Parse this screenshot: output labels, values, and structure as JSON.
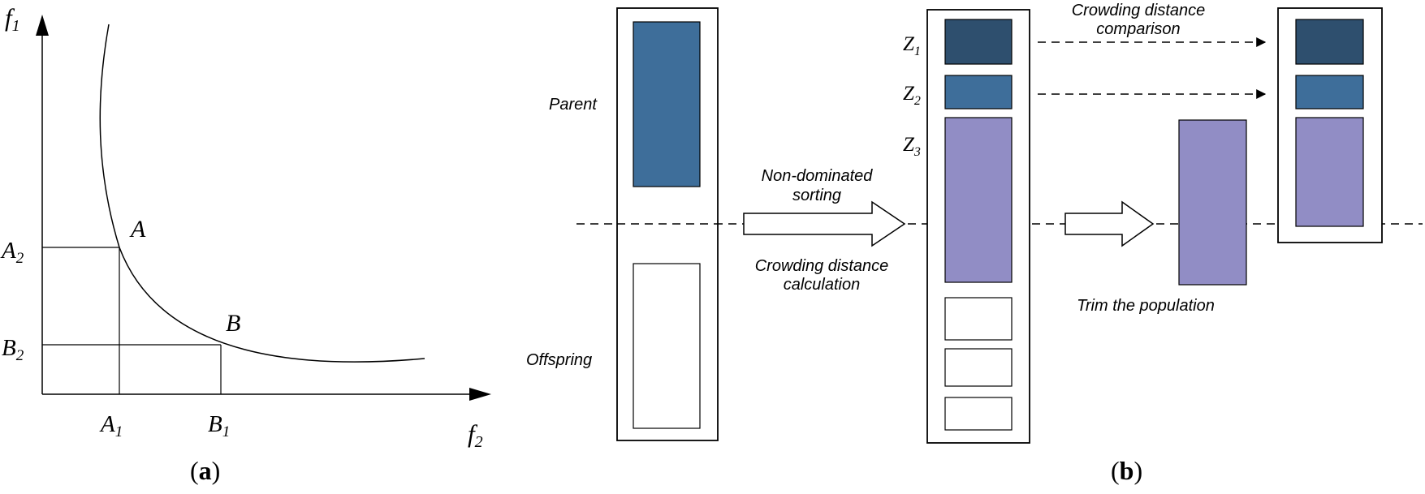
{
  "panel_a": {
    "caption": {
      "open": "(",
      "letter": "a",
      "close": ")"
    },
    "y_axis": {
      "base": "f",
      "sub": "1"
    },
    "x_axis": {
      "base": "f",
      "sub": "2"
    },
    "point_a": "A",
    "point_b": "B",
    "tick_a1": {
      "base": "A",
      "sub": "1"
    },
    "tick_b1": {
      "base": "B",
      "sub": "1"
    },
    "tick_a2": {
      "base": "A",
      "sub": "2"
    },
    "tick_b2": {
      "base": "B",
      "sub": "2"
    }
  },
  "panel_b": {
    "caption": {
      "open": "(",
      "letter": "b",
      "close": ")"
    },
    "parent_label": "Parent",
    "offspring_label": "Offspring",
    "z1": {
      "base": "Z",
      "sub": "1"
    },
    "z2": {
      "base": "Z",
      "sub": "2"
    },
    "z3": {
      "base": "Z",
      "sub": "3"
    },
    "arrow1_top_line1": "Non-dominated",
    "arrow1_top_line2": "sorting",
    "arrow1_bottom_line1": "Crowding distance",
    "arrow1_bottom_line2": "calculation",
    "arrow2_label": "Trim the population",
    "comparison_line1": "Crowding distance",
    "comparison_line2": "comparison"
  },
  "colors": {
    "dark_blue": "#2e4f6e",
    "mid_blue": "#3e6e9a",
    "purple": "#918dc5",
    "stroke": "#000000"
  }
}
